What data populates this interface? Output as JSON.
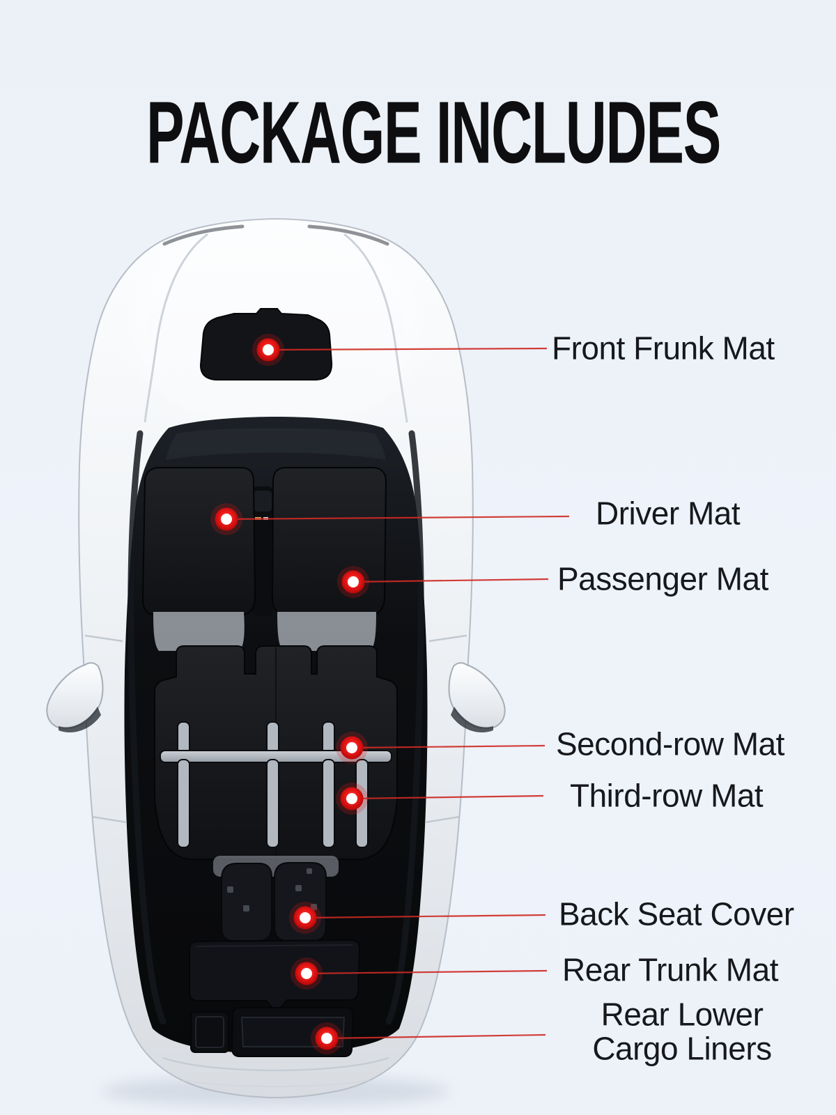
{
  "page": {
    "title": "PACKAGE INCLUDES"
  },
  "colors": {
    "background": "#edf2f9",
    "accent_red": "#cf2a24",
    "marker_fill": "#e81616",
    "marker_core": "#ffffff",
    "title_text": "#0e0e10",
    "label_text": "#16181c",
    "car_body": "#eff2f5",
    "mat_black": "#131518"
  },
  "callouts": [
    {
      "label": "Front Frunk Mat"
    },
    {
      "label": "Driver Mat"
    },
    {
      "label": "Passenger Mat"
    },
    {
      "label": "Second-row Mat"
    },
    {
      "label": "Third-row Mat"
    },
    {
      "label": "Back Seat Cover"
    },
    {
      "label": "Rear Trunk Mat"
    },
    {
      "label": "Rear Lower\nCargo Liners"
    }
  ]
}
